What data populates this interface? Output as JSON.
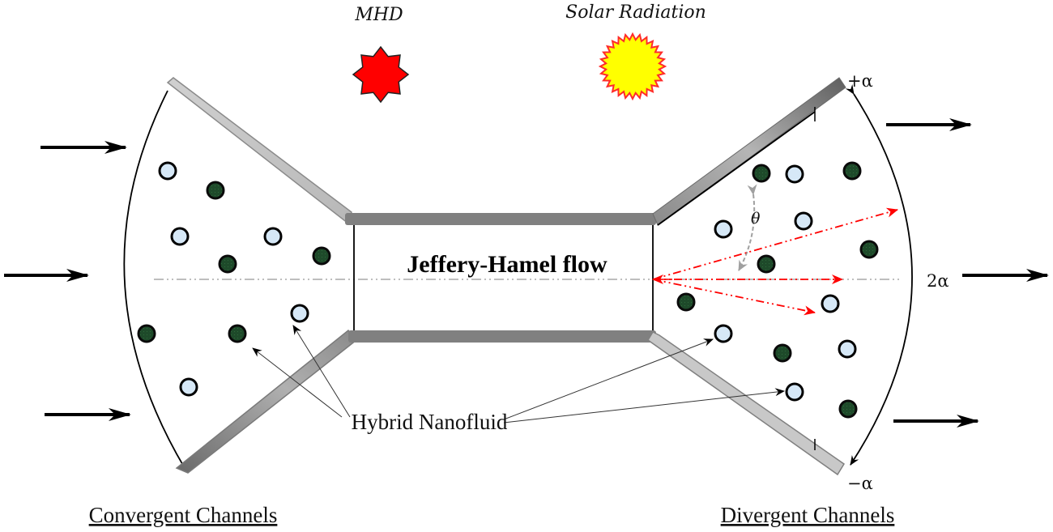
{
  "labels": {
    "mhd": "MHD",
    "solar": "Solar Radiation",
    "center": "Jeffery-Hamel flow",
    "nanofluid": "Hybrid Nanofluid",
    "convergent": "Convergent Channels",
    "divergent": "Divergent Channels",
    "plus_alpha": "+α",
    "minus_alpha": "−α",
    "two_alpha": "2α",
    "theta": "θ"
  },
  "colors": {
    "mhd_fill": "#ff0000",
    "sun_fill": "#ffff00",
    "sun_stroke": "#ff2a2a",
    "dark_particle": "#1e4a2a",
    "light_particle": "#d6e8f7",
    "wall_dark": "#808080",
    "wall_light": "#c8c8c8",
    "flow_vector": "#ff0000",
    "centerline": "#a0a0a0"
  },
  "particles": {
    "convergent": [
      {
        "type": "light"
      },
      {
        "type": "dark"
      },
      {
        "type": "light"
      },
      {
        "type": "light"
      },
      {
        "type": "dark"
      },
      {
        "type": "dark"
      },
      {
        "type": "light"
      },
      {
        "type": "dark"
      },
      {
        "type": "dark"
      },
      {
        "type": "light"
      }
    ],
    "divergent": [
      {
        "type": "dark"
      },
      {
        "type": "light"
      },
      {
        "type": "dark"
      },
      {
        "type": "light"
      },
      {
        "type": "light"
      },
      {
        "type": "dark"
      },
      {
        "type": "dark"
      },
      {
        "type": "dark"
      },
      {
        "type": "light"
      },
      {
        "type": "light"
      },
      {
        "type": "dark"
      },
      {
        "type": "light"
      },
      {
        "type": "light"
      },
      {
        "type": "dark"
      }
    ]
  }
}
